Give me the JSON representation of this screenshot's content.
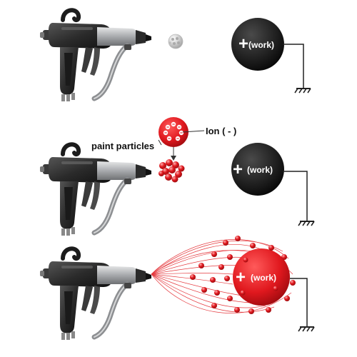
{
  "panels": [
    {
      "id": "panel-1",
      "work_label": "(work)",
      "work_sign": "+"
    },
    {
      "id": "panel-2",
      "work_label": "(work)",
      "work_sign": "+"
    },
    {
      "id": "panel-3",
      "work_label": "(work)",
      "work_sign": "+"
    }
  ],
  "callouts": {
    "paint_particles": "paint particles",
    "ion": "Ion ( - )"
  },
  "colors": {
    "paint_red": "#e0181e",
    "dark_red": "#9a0a0e",
    "work_dark": "#111111",
    "ground_line": "#222222",
    "gun_body": "#2b2b2b",
    "gun_silver": "#a9abae",
    "hose": "#8d8f92"
  },
  "icons": [
    "spray-gun-icon",
    "ground-symbol-icon",
    "negative-ion-icon"
  ]
}
